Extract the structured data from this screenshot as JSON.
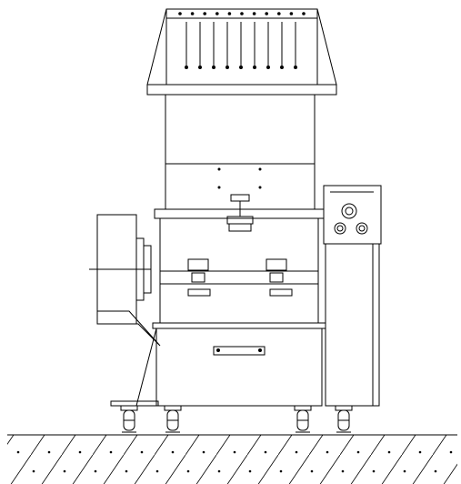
{
  "drawing": {
    "subject": "",
    "line_color": "#000000",
    "background_color": "#ffffff"
  },
  "hopper": {
    "vent_slot_count": 9,
    "bolt_count": 11
  },
  "control_panel": {
    "label_text": "",
    "button_count": 2,
    "knob_count": 1
  },
  "machine_body": {
    "clamp_count": 3
  },
  "casters": {
    "count": 4
  }
}
